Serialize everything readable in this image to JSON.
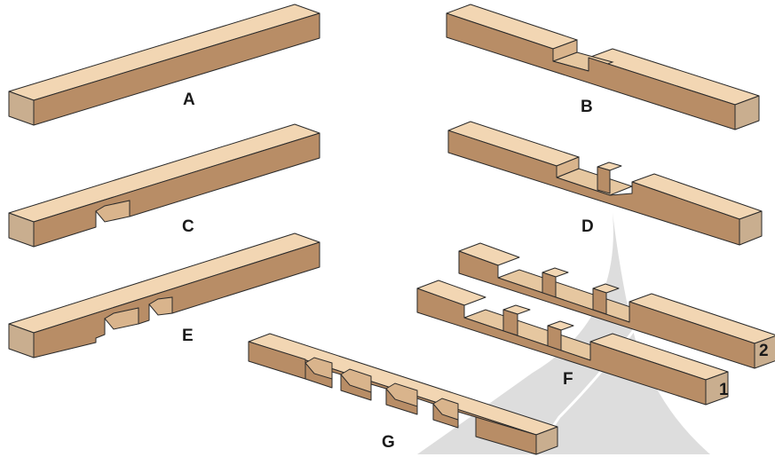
{
  "labels": {
    "a": "A",
    "b": "B",
    "c": "C",
    "d": "D",
    "e": "E",
    "f": "F",
    "g": "G",
    "f1": "1",
    "f2": "2"
  },
  "colors": {
    "wood_top": "#f2d6b3",
    "wood_side": "#b88d66",
    "wood_end": "#c9ae8f",
    "watermark": "#d7d7d7"
  }
}
